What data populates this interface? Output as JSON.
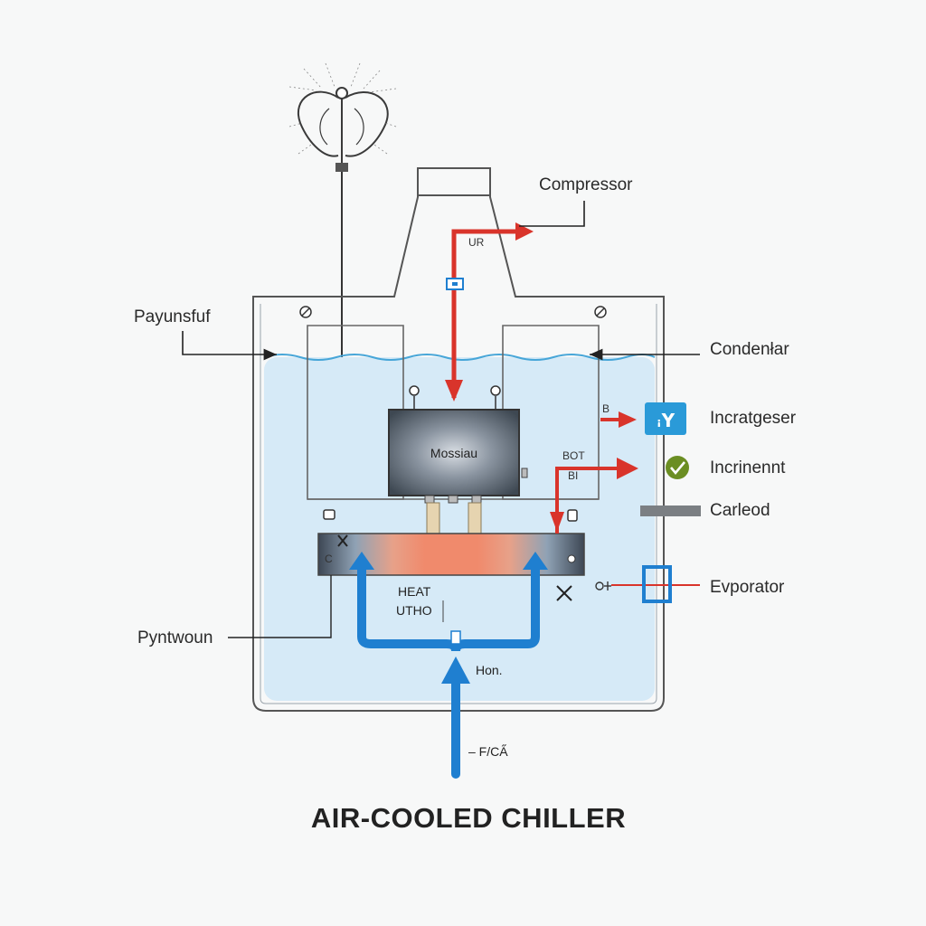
{
  "title": "AIR-COOLED CHILLER",
  "labels": {
    "compressor": "Compressor",
    "payunsfuf": "Payunsfuf",
    "condenser": "Condenłar",
    "incratgeser": "Incratgeser",
    "incrinennt": "Incrinennt",
    "carleod": "Carleod",
    "evaporator": "Evporator",
    "pyntwoun": "Pyntwoun",
    "mossiau": "Mossiau",
    "ur": "UR",
    "bot": "BOT",
    "bi": "BI",
    "b": "B",
    "heat": "HEAT",
    "utho": "UTHO",
    "hon": "Hon.",
    "fca": "– F/CA̋",
    "ty_icon_text": "ꜟY"
  },
  "icons": {
    "fan": "fan-icon",
    "check": "check-circle-icon",
    "evaporator_square": "square-outline-icon",
    "x_mark": "x-mark-icon",
    "valve": "valve-icon"
  },
  "colors": {
    "water": "#d6eaf7",
    "water_line": "#47a6d8",
    "red_arrow": "#d9342b",
    "blue_pipe": "#1f7fd0",
    "icon_blue": "#2a9ad8",
    "check_green": "#6b8e23",
    "heat_core": "#f08a6c",
    "outline": "#555555"
  }
}
